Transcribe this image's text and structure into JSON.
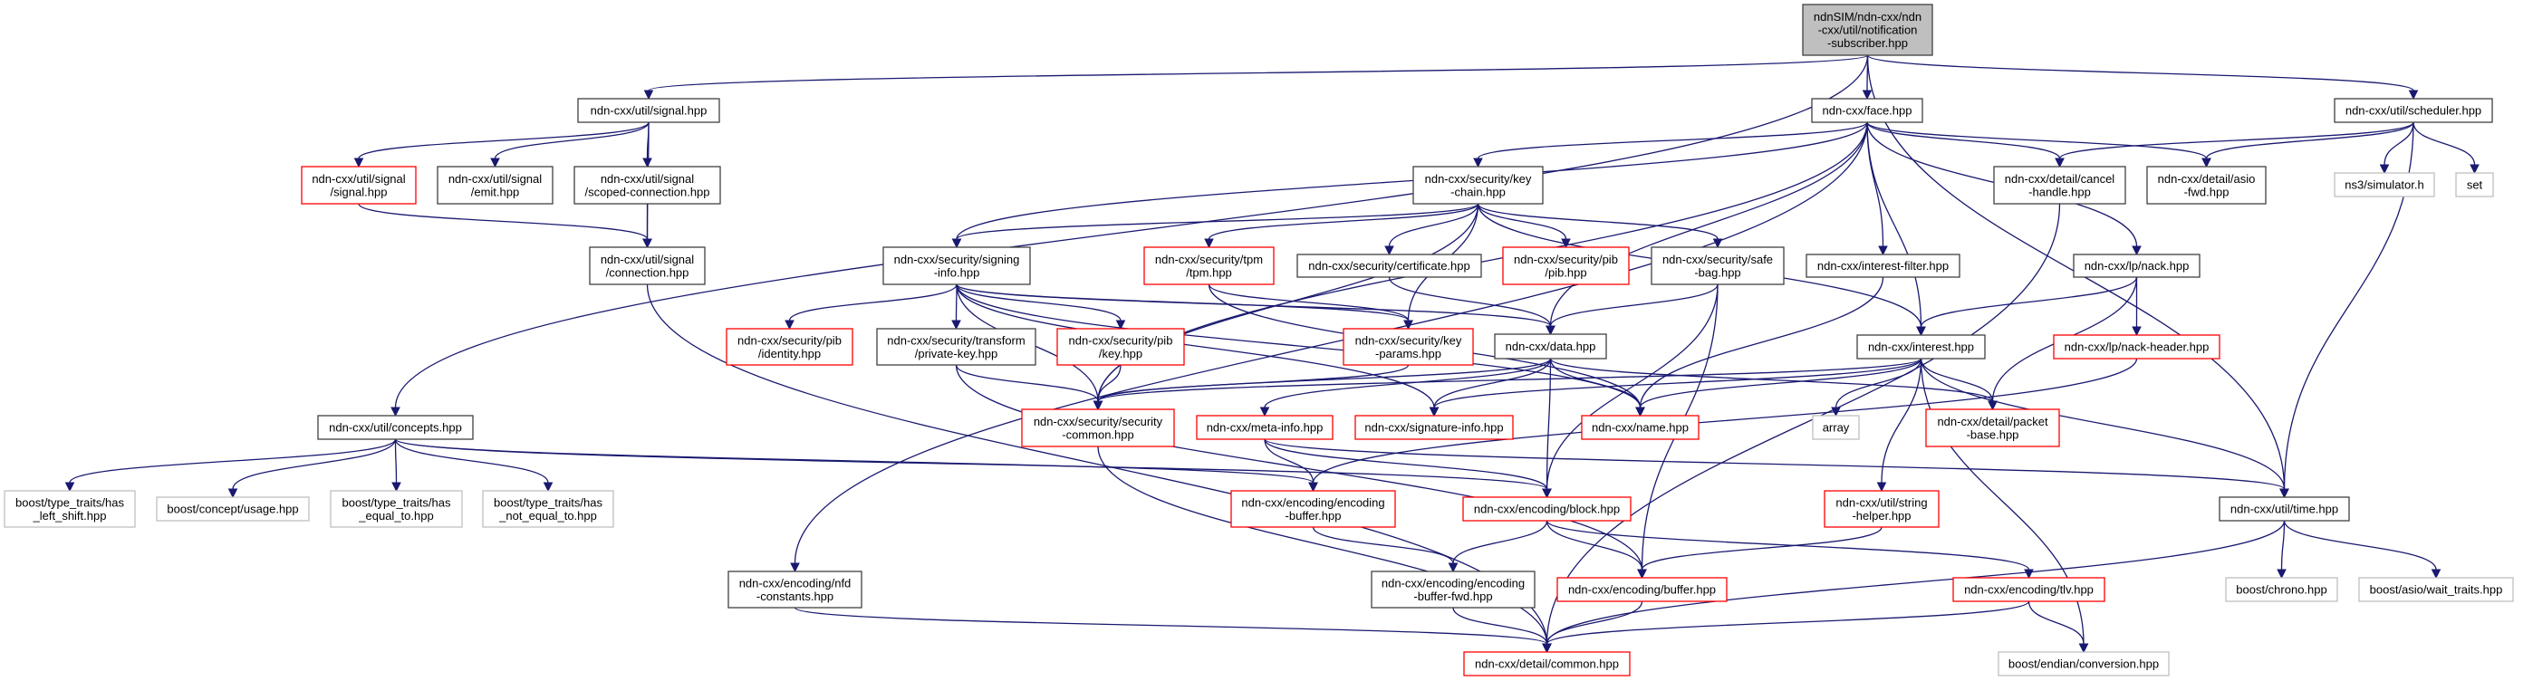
{
  "colors": {
    "edge": "#191970",
    "root_fill": "#bfbfbf",
    "documented_border": "#404040",
    "truncated_border": "#ff0000",
    "external_border": "#bfbfbf"
  },
  "nodes": [
    {
      "id": "root",
      "style": "root",
      "lines": [
        "ndnSIM/ndn-cxx/ndn",
        "-cxx/util/notification",
        "-subscriber.hpp"
      ]
    },
    {
      "id": "signal",
      "style": "black",
      "lines": [
        "ndn-cxx/util/signal.hpp"
      ]
    },
    {
      "id": "sigsignal",
      "style": "red",
      "lines": [
        "ndn-cxx/util/signal",
        "/signal.hpp"
      ]
    },
    {
      "id": "emit",
      "style": "black",
      "lines": [
        "ndn-cxx/util/signal",
        "/emit.hpp"
      ]
    },
    {
      "id": "scoped",
      "style": "black",
      "lines": [
        "ndn-cxx/util/signal",
        "/scoped-connection.hpp"
      ]
    },
    {
      "id": "connection",
      "style": "black",
      "lines": [
        "ndn-cxx/util/signal",
        "/connection.hpp"
      ]
    },
    {
      "id": "face",
      "style": "black",
      "lines": [
        "ndn-cxx/face.hpp"
      ]
    },
    {
      "id": "scheduler",
      "style": "black",
      "lines": [
        "ndn-cxx/util/scheduler.hpp"
      ]
    },
    {
      "id": "cancel",
      "style": "black",
      "lines": [
        "ndn-cxx/detail/cancel",
        "-handle.hpp"
      ]
    },
    {
      "id": "asiofwd",
      "style": "black",
      "lines": [
        "ndn-cxx/detail/asio",
        "-fwd.hpp"
      ]
    },
    {
      "id": "simulator",
      "style": "gray",
      "lines": [
        "ns3/simulator.h"
      ]
    },
    {
      "id": "set",
      "style": "gray",
      "lines": [
        "set"
      ]
    },
    {
      "id": "keychain",
      "style": "black",
      "lines": [
        "ndn-cxx/security/key",
        "-chain.hpp"
      ]
    },
    {
      "id": "signing",
      "style": "black",
      "lines": [
        "ndn-cxx/security/signing",
        "-info.hpp"
      ]
    },
    {
      "id": "tpm",
      "style": "red",
      "lines": [
        "ndn-cxx/security/tpm",
        "/tpm.hpp"
      ]
    },
    {
      "id": "certificate",
      "style": "black",
      "lines": [
        "ndn-cxx/security/certificate.hpp"
      ]
    },
    {
      "id": "pib",
      "style": "red",
      "lines": [
        "ndn-cxx/security/pib",
        "/pib.hpp"
      ]
    },
    {
      "id": "safebag",
      "style": "black",
      "lines": [
        "ndn-cxx/security/safe",
        "-bag.hpp"
      ]
    },
    {
      "id": "ifilter",
      "style": "black",
      "lines": [
        "ndn-cxx/interest-filter.hpp"
      ]
    },
    {
      "id": "lpnack",
      "style": "black",
      "lines": [
        "ndn-cxx/lp/nack.hpp"
      ]
    },
    {
      "id": "identity",
      "style": "red",
      "lines": [
        "ndn-cxx/security/pib",
        "/identity.hpp"
      ]
    },
    {
      "id": "privkey",
      "style": "black",
      "lines": [
        "ndn-cxx/security/transform",
        "/private-key.hpp"
      ]
    },
    {
      "id": "key",
      "style": "red",
      "lines": [
        "ndn-cxx/security/pib",
        "/key.hpp"
      ]
    },
    {
      "id": "keyparams",
      "style": "red",
      "lines": [
        "ndn-cxx/security/key",
        "-params.hpp"
      ]
    },
    {
      "id": "data",
      "style": "black",
      "lines": [
        "ndn-cxx/data.hpp"
      ]
    },
    {
      "id": "interest",
      "style": "black",
      "lines": [
        "ndn-cxx/interest.hpp"
      ]
    },
    {
      "id": "nackheader",
      "style": "red",
      "lines": [
        "ndn-cxx/lp/nack-header.hpp"
      ]
    },
    {
      "id": "concepts",
      "style": "black",
      "lines": [
        "ndn-cxx/util/concepts.hpp"
      ]
    },
    {
      "id": "leftshift",
      "style": "gray",
      "lines": [
        "boost/type_traits/has",
        "_left_shift.hpp"
      ]
    },
    {
      "id": "usage",
      "style": "gray",
      "lines": [
        "boost/concept/usage.hpp"
      ]
    },
    {
      "id": "equal",
      "style": "gray",
      "lines": [
        "boost/type_traits/has",
        "_equal_to.hpp"
      ]
    },
    {
      "id": "notequal",
      "style": "gray",
      "lines": [
        "boost/type_traits/has",
        "_not_equal_to.hpp"
      ]
    },
    {
      "id": "seccommon",
      "style": "red",
      "lines": [
        "ndn-cxx/security/security",
        "-common.hpp"
      ]
    },
    {
      "id": "metainfo",
      "style": "red",
      "lines": [
        "ndn-cxx/meta-info.hpp"
      ]
    },
    {
      "id": "siginfo",
      "style": "red",
      "lines": [
        "ndn-cxx/signature-info.hpp"
      ]
    },
    {
      "id": "name",
      "style": "red",
      "lines": [
        "ndn-cxx/name.hpp"
      ]
    },
    {
      "id": "array",
      "style": "gray",
      "lines": [
        "array"
      ]
    },
    {
      "id": "packetbase",
      "style": "red",
      "lines": [
        "ndn-cxx/detail/packet",
        "-base.hpp"
      ]
    },
    {
      "id": "encbuffer",
      "style": "red",
      "lines": [
        "ndn-cxx/encoding/encoding",
        "-buffer.hpp"
      ]
    },
    {
      "id": "block",
      "style": "red",
      "lines": [
        "ndn-cxx/encoding/block.hpp"
      ]
    },
    {
      "id": "stringhelper",
      "style": "red",
      "lines": [
        "ndn-cxx/util/string",
        "-helper.hpp"
      ]
    },
    {
      "id": "time",
      "style": "black",
      "lines": [
        "ndn-cxx/util/time.hpp"
      ]
    },
    {
      "id": "nfdconst",
      "style": "black",
      "lines": [
        "ndn-cxx/encoding/nfd",
        "-constants.hpp"
      ]
    },
    {
      "id": "bufferfwd",
      "style": "black",
      "lines": [
        "ndn-cxx/encoding/encoding",
        "-buffer-fwd.hpp"
      ]
    },
    {
      "id": "buffer",
      "style": "red",
      "lines": [
        "ndn-cxx/encoding/buffer.hpp"
      ]
    },
    {
      "id": "tlv",
      "style": "red",
      "lines": [
        "ndn-cxx/encoding/tlv.hpp"
      ]
    },
    {
      "id": "chrono",
      "style": "gray",
      "lines": [
        "boost/chrono.hpp"
      ]
    },
    {
      "id": "waittraits",
      "style": "gray",
      "lines": [
        "boost/asio/wait_traits.hpp"
      ]
    },
    {
      "id": "common",
      "style": "red",
      "lines": [
        "ndn-cxx/detail/common.hpp"
      ]
    },
    {
      "id": "conversion",
      "style": "gray",
      "lines": [
        "boost/endian/conversion.hpp"
      ]
    }
  ],
  "edges": [
    [
      "root",
      "signal"
    ],
    [
      "root",
      "face"
    ],
    [
      "root",
      "scheduler"
    ],
    [
      "root",
      "concepts"
    ],
    [
      "root",
      "time"
    ],
    [
      "signal",
      "sigsignal"
    ],
    [
      "signal",
      "emit"
    ],
    [
      "signal",
      "scoped"
    ],
    [
      "signal",
      "connection"
    ],
    [
      "sigsignal",
      "connection"
    ],
    [
      "scoped",
      "connection"
    ],
    [
      "connection",
      "common"
    ],
    [
      "face",
      "keychain"
    ],
    [
      "face",
      "signing"
    ],
    [
      "face",
      "cancel"
    ],
    [
      "face",
      "asiofwd"
    ],
    [
      "face",
      "ifilter"
    ],
    [
      "face",
      "interest"
    ],
    [
      "face",
      "lpnack"
    ],
    [
      "face",
      "nfdconst"
    ],
    [
      "face",
      "seccommon"
    ],
    [
      "face",
      "data"
    ],
    [
      "scheduler",
      "cancel"
    ],
    [
      "scheduler",
      "asiofwd"
    ],
    [
      "scheduler",
      "simulator"
    ],
    [
      "scheduler",
      "set"
    ],
    [
      "scheduler",
      "time"
    ],
    [
      "cancel",
      "common"
    ],
    [
      "keychain",
      "signing"
    ],
    [
      "keychain",
      "tpm"
    ],
    [
      "keychain",
      "certificate"
    ],
    [
      "keychain",
      "pib"
    ],
    [
      "keychain",
      "safebag"
    ],
    [
      "keychain",
      "interest"
    ],
    [
      "keychain",
      "seccommon"
    ],
    [
      "keychain",
      "keyparams"
    ],
    [
      "signing",
      "identity"
    ],
    [
      "signing",
      "privkey"
    ],
    [
      "signing",
      "key"
    ],
    [
      "signing",
      "keyparams"
    ],
    [
      "signing",
      "data"
    ],
    [
      "signing",
      "name"
    ],
    [
      "signing",
      "siginfo"
    ],
    [
      "signing",
      "seccommon"
    ],
    [
      "tpm",
      "keyparams"
    ],
    [
      "tpm",
      "name"
    ],
    [
      "certificate",
      "data"
    ],
    [
      "safebag",
      "data"
    ],
    [
      "safebag",
      "buffer"
    ],
    [
      "safebag",
      "block"
    ],
    [
      "ifilter",
      "name"
    ],
    [
      "lpnack",
      "interest"
    ],
    [
      "lpnack",
      "packetbase"
    ],
    [
      "lpnack",
      "nackheader"
    ],
    [
      "nackheader",
      "encbuffer"
    ],
    [
      "interest",
      "seccommon"
    ],
    [
      "interest",
      "name"
    ],
    [
      "interest",
      "siginfo"
    ],
    [
      "interest",
      "array"
    ],
    [
      "interest",
      "packetbase"
    ],
    [
      "interest",
      "stringhelper"
    ],
    [
      "interest",
      "time"
    ],
    [
      "interest",
      "conversion"
    ],
    [
      "data",
      "seccommon"
    ],
    [
      "data",
      "metainfo"
    ],
    [
      "data",
      "siginfo"
    ],
    [
      "data",
      "name"
    ],
    [
      "data",
      "block"
    ],
    [
      "data",
      "packetbase"
    ],
    [
      "keyparams",
      "seccommon"
    ],
    [
      "privkey",
      "seccommon"
    ],
    [
      "privkey",
      "buffer"
    ],
    [
      "key",
      "seccommon"
    ],
    [
      "seccommon",
      "common"
    ],
    [
      "metainfo",
      "encbuffer"
    ],
    [
      "metainfo",
      "block"
    ],
    [
      "metainfo",
      "time"
    ],
    [
      "concepts",
      "leftshift"
    ],
    [
      "concepts",
      "usage"
    ],
    [
      "concepts",
      "equal"
    ],
    [
      "concepts",
      "notequal"
    ],
    [
      "concepts",
      "encbuffer"
    ],
    [
      "concepts",
      "block"
    ],
    [
      "encbuffer",
      "bufferfwd"
    ],
    [
      "block",
      "bufferfwd"
    ],
    [
      "block",
      "buffer"
    ],
    [
      "block",
      "tlv"
    ],
    [
      "bufferfwd",
      "common"
    ],
    [
      "buffer",
      "common"
    ],
    [
      "stringhelper",
      "buffer"
    ],
    [
      "tlv",
      "common"
    ],
    [
      "tlv",
      "conversion"
    ],
    [
      "time",
      "chrono"
    ],
    [
      "time",
      "waittraits"
    ],
    [
      "time",
      "common"
    ],
    [
      "nfdconst",
      "common"
    ]
  ]
}
